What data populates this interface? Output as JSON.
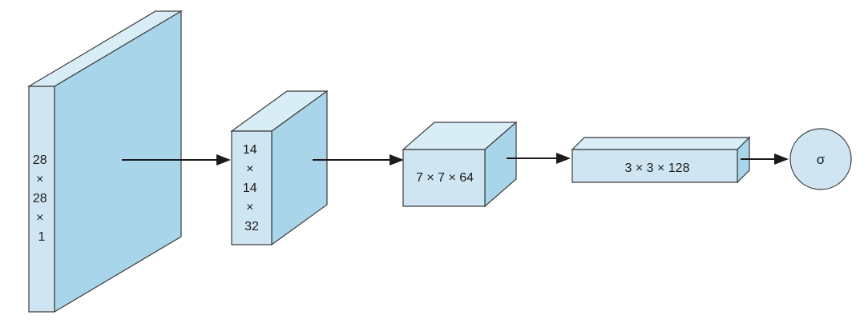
{
  "layers": [
    {
      "id": "input",
      "label_lines": [
        "28",
        "×",
        "28",
        "×",
        "1"
      ]
    },
    {
      "id": "conv1",
      "label_lines": [
        "14",
        "×",
        "14",
        "×",
        "32"
      ]
    },
    {
      "id": "conv2",
      "label": "7 × 7 × 64"
    },
    {
      "id": "conv3",
      "label": "3 × 3 × 128"
    }
  ],
  "output_node": {
    "label": "σ"
  },
  "colors": {
    "front": "#cfe6f2",
    "top": "#d9edf7",
    "side": "#a8d5ea",
    "stroke": "#3a3a3a",
    "arrow": "#1a1a1a"
  }
}
